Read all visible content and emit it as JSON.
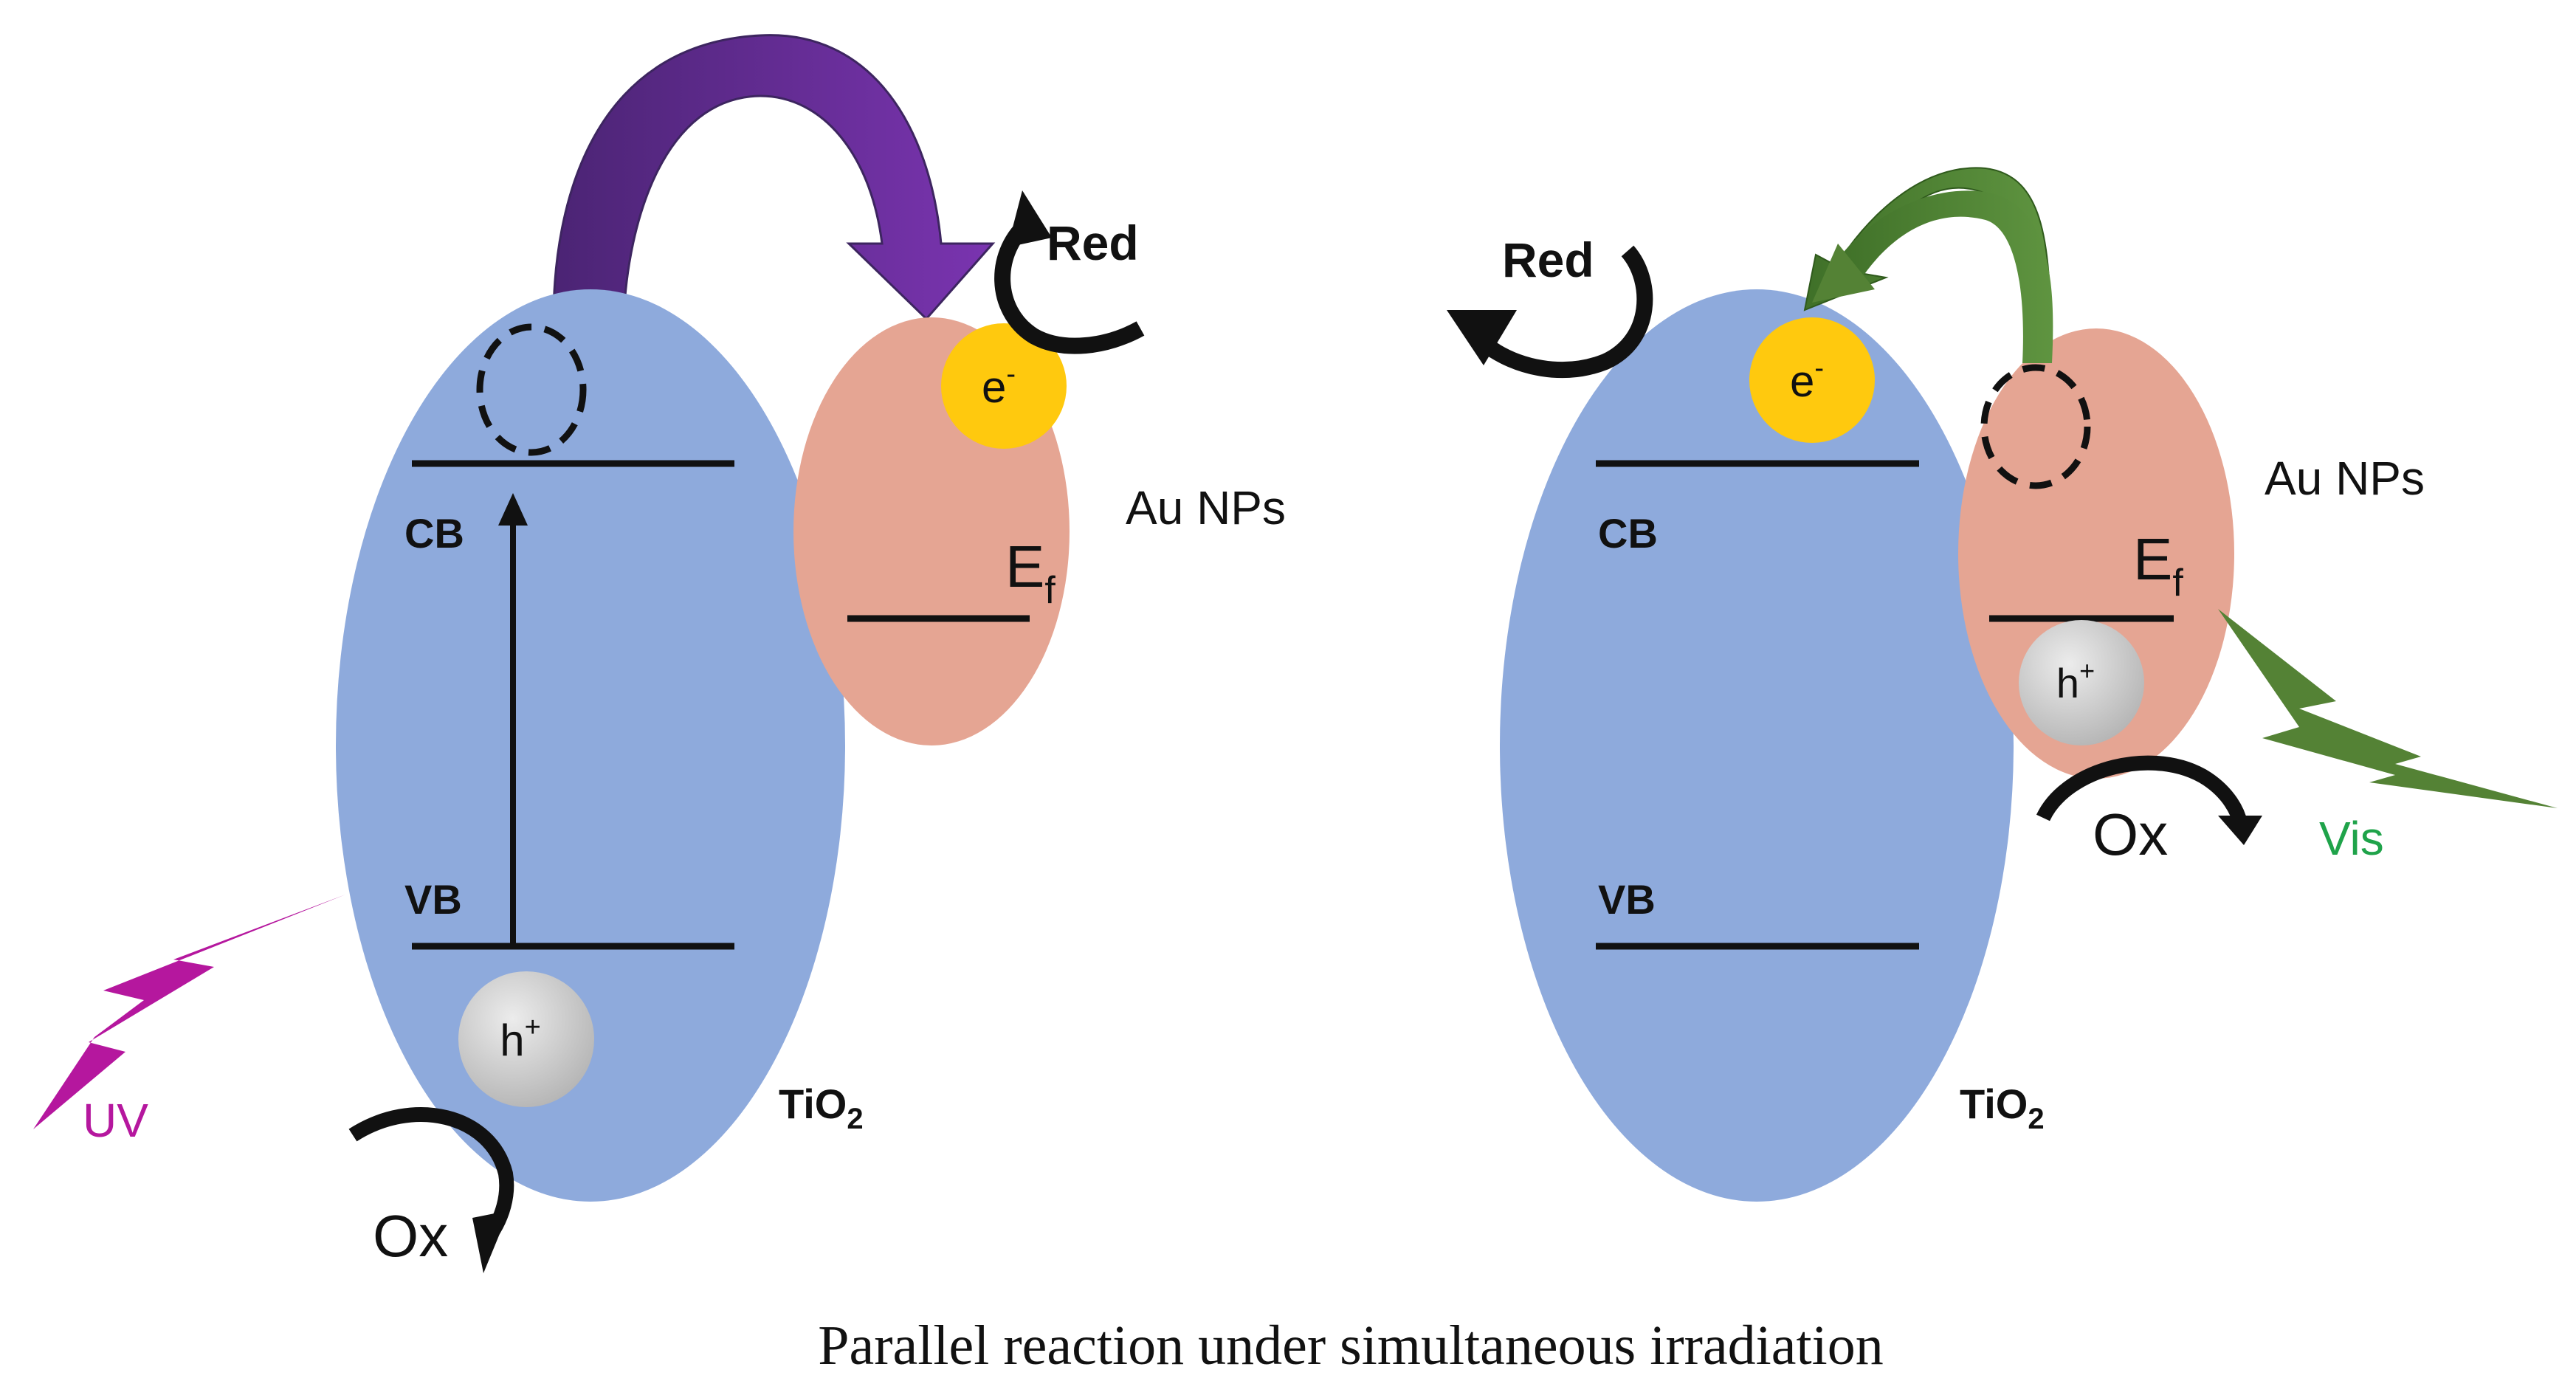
{
  "caption": "Parallel reaction under simultaneous irradiation",
  "colors": {
    "tio2": "#8eaadc",
    "au": "#e5a593",
    "electron": "#ffc90e",
    "hole": "#c8c8c8",
    "uv": "#b5179e",
    "vis_bolt": "#548235",
    "vis_text": "#1fa34a",
    "purple_arrow": "#7030a0",
    "green_arrow": "#548235"
  },
  "left_panel": {
    "semiconductor": "TiO",
    "semiconductor_sub": "2",
    "cb_label": "CB",
    "vb_label": "VB",
    "metal": "Au NPs",
    "fermi": "E",
    "fermi_sub": "f",
    "electron": "e",
    "electron_sup": "-",
    "hole": "h",
    "hole_sup": "+",
    "red_label": "Red",
    "ox_label": "Ox",
    "light_label": "UV",
    "light_icon": "lightning-bolt"
  },
  "right_panel": {
    "semiconductor": "TiO",
    "semiconductor_sub": "2",
    "cb_label": "CB",
    "vb_label": "VB",
    "metal": "Au NPs",
    "fermi": "E",
    "fermi_sub": "f",
    "electron": "e",
    "electron_sup": "-",
    "hole": "h",
    "hole_sup": "+",
    "red_label": "Red",
    "ox_label": "Ox",
    "light_label": "Vis",
    "light_icon": "lightning-bolt"
  }
}
